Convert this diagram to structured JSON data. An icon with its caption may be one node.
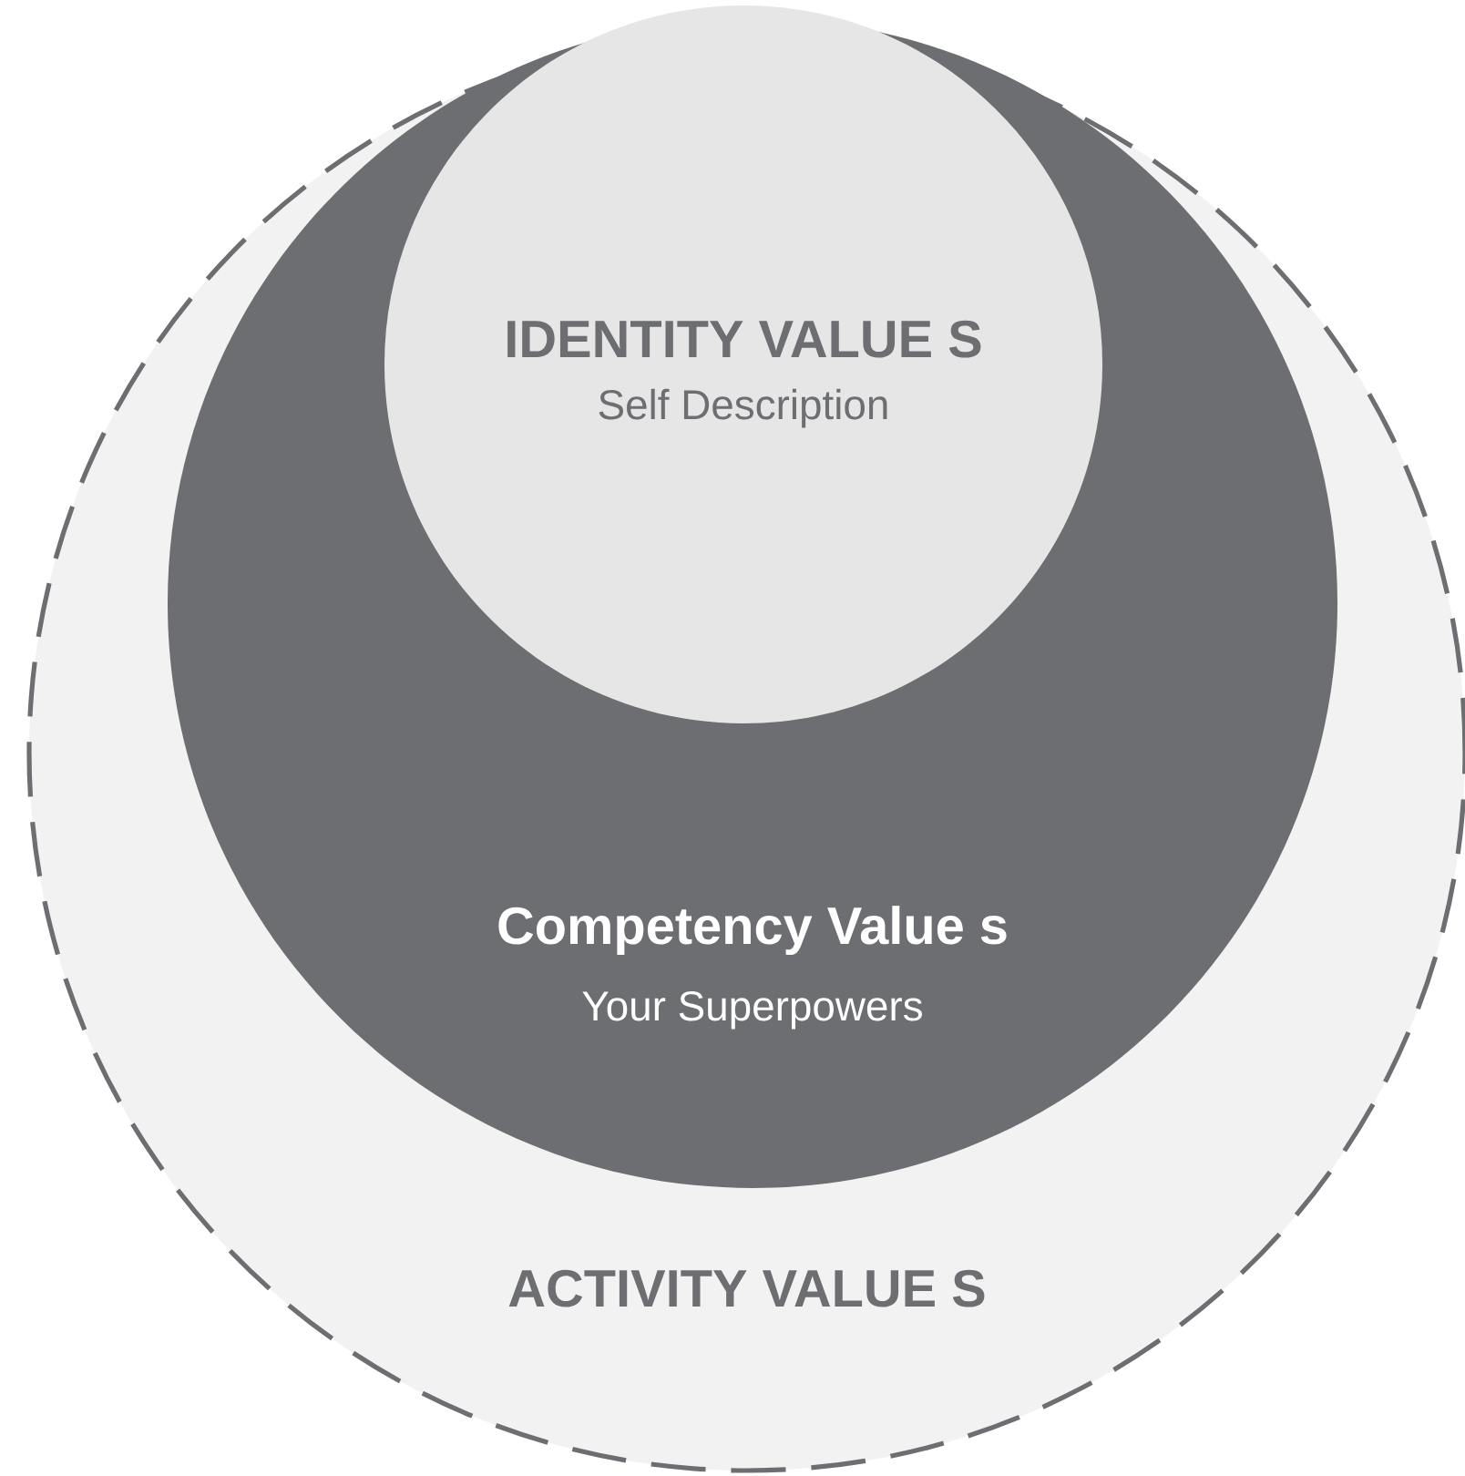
{
  "diagram": {
    "nodes": [
      {
        "text": [
          "ACTIVITY VALUE S"
        ]
      },
      {
        "text": [
          "Competency Value s",
          "Your Superpowers"
        ],
        "in": 0
      },
      {
        "text": [
          "IDENTITY VALUE S",
          "Self Description"
        ],
        "in": 1
      }
    ]
  }
}
